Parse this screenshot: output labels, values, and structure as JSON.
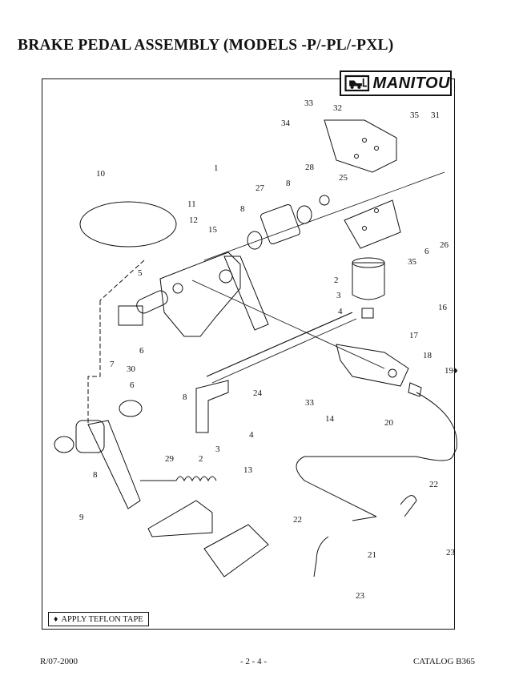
{
  "title": "BRAKE PEDAL ASSEMBLY (MODELS -P/-PL/-PXL)",
  "brand": "MANITOU",
  "legend": {
    "symbol": "♦",
    "text": "APPLY TEFLON TAPE"
  },
  "footer": {
    "left": "R/07-2000",
    "center": "- 2 - 4 -",
    "right": "CATALOG B365"
  },
  "callouts": [
    "33",
    "32",
    "35",
    "31",
    "34",
    "10",
    "28",
    "25",
    "1",
    "27",
    "8",
    "11",
    "12",
    "15",
    "8",
    "6",
    "26",
    "2",
    "35",
    "5",
    "3",
    "16",
    "4",
    "6",
    "17",
    "18",
    "19♦",
    "7",
    "30",
    "6",
    "8",
    "24",
    "33",
    "14",
    "20",
    "4",
    "3",
    "2",
    "29",
    "8",
    "13",
    "22",
    "9",
    "22",
    "21",
    "23",
    "23"
  ]
}
